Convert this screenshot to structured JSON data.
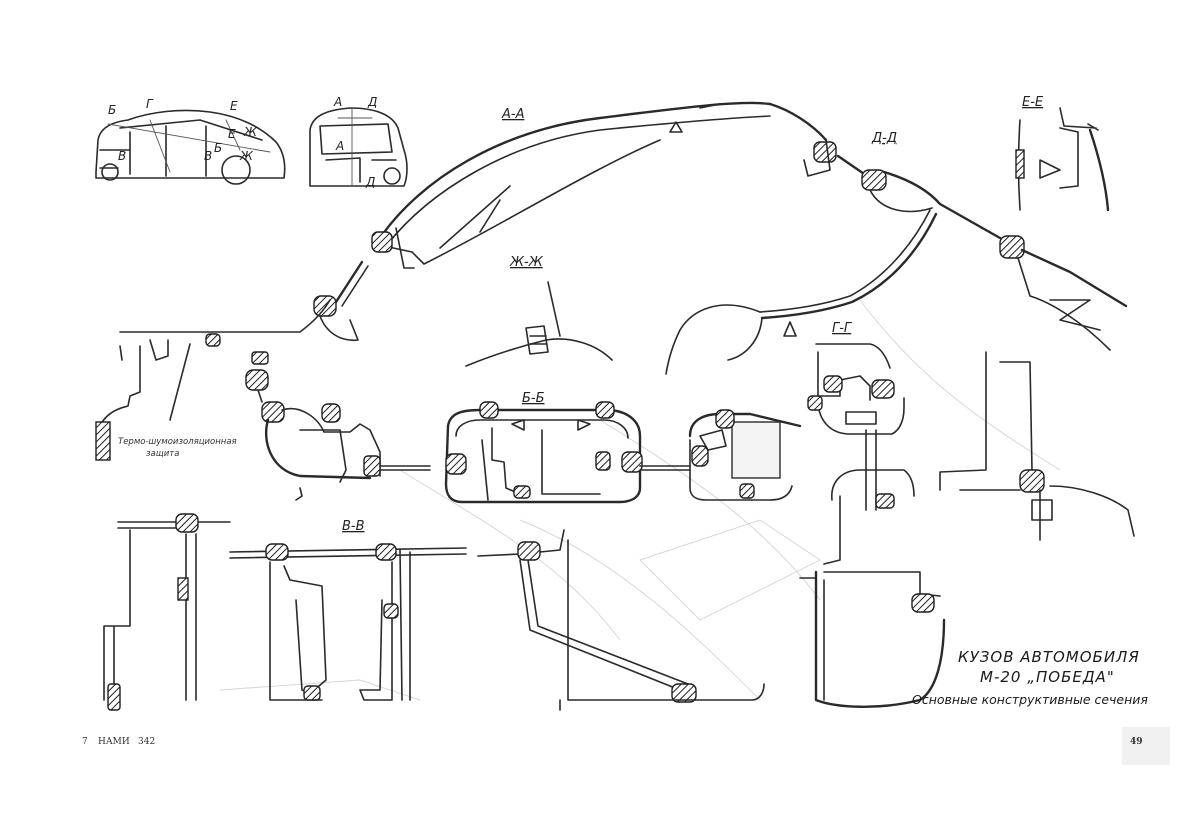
{
  "title_line1": "КУЗОВ АВТОМОБИЛЯ",
  "title_line2": "М-20 „ПОБЕДА\"",
  "subtitle": "Основные конструктивные сечения",
  "sections": {
    "a": "А-А",
    "b": "Б-Б",
    "v": "В-В",
    "g": "Г-Г",
    "d": "Д-Д",
    "e": "Е-Е",
    "zh": "Ж-Ж"
  },
  "overview_marks": {
    "b": "Б",
    "g": "Г",
    "e": "Е",
    "e2": "Е",
    "zh": "Ж",
    "v": "В",
    "v2": "В",
    "b2": "Б",
    "zh2": "Ж",
    "a": "А",
    "d": "Д",
    "a2": "А",
    "d2": "Д"
  },
  "insulation_note": {
    "line1": "Термо-шумоизоляционная",
    "line2": "защита"
  },
  "footer": {
    "left_num": "7",
    "publisher": "НАМИ",
    "code": "342",
    "page": "49"
  }
}
